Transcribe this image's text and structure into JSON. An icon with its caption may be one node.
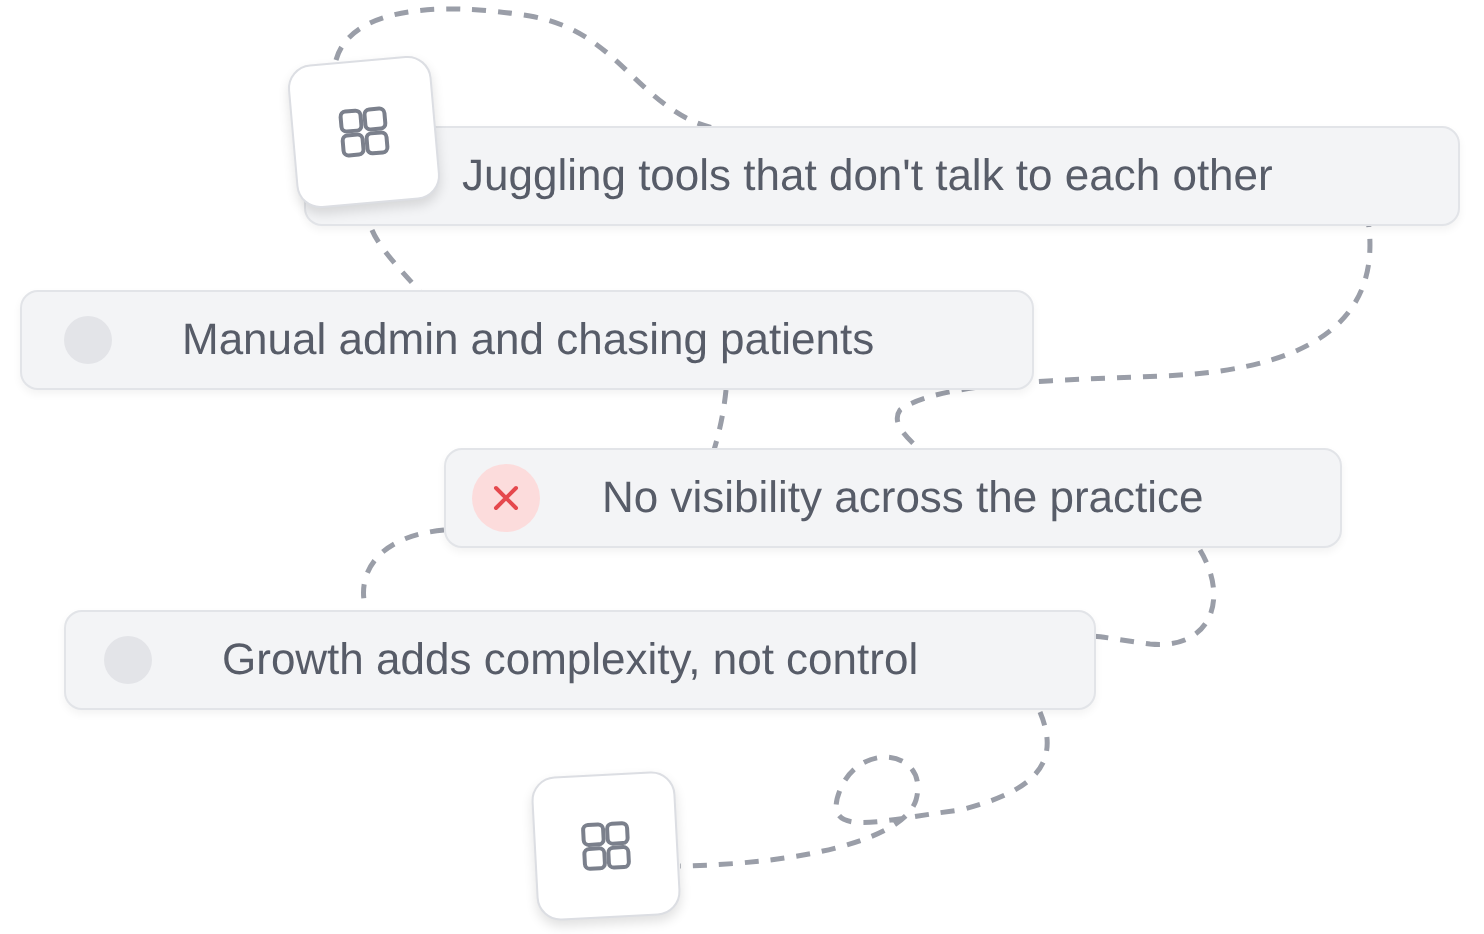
{
  "diagram": {
    "nodes": [
      {
        "text": [
          "Juggling tools that don't talk to each other"
        ]
      },
      {
        "text": [
          "Manual admin and chasing patients"
        ]
      },
      {
        "text": [
          "No visibility across the practice"
        ]
      },
      {
        "text": [
          "Growth adds complexity, not control"
        ]
      }
    ]
  }
}
